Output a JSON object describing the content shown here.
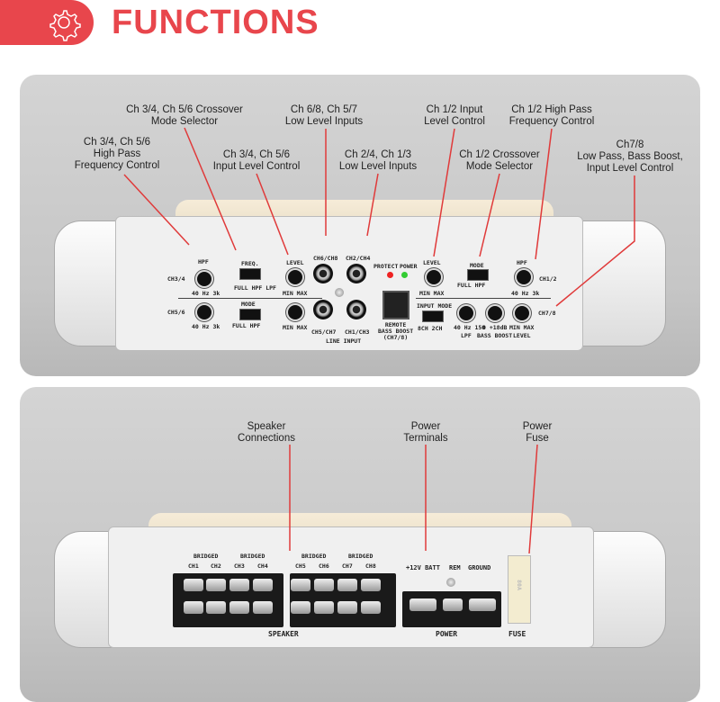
{
  "header": {
    "title": "FUNCTIONS",
    "icon": "gear-icon",
    "accent": "#e8464c"
  },
  "top_callouts": [
    {
      "text": "Ch 3/4, Ch 5/6 Crossover\nMode Selector"
    },
    {
      "text": "Ch 3/4, Ch 5/6\nHigh Pass\nFrequency Control"
    },
    {
      "text": "Ch 3/4, Ch 5/6\nInput Level Control"
    },
    {
      "text": "Ch 6/8, Ch 5/7\nLow Level Inputs"
    },
    {
      "text": "Ch 2/4, Ch 1/3\nLow Level Inputs"
    },
    {
      "text": "Ch 1/2 Input\nLevel Control"
    },
    {
      "text": "Ch 1/2 Crossover\nMode Selector"
    },
    {
      "text": "Ch 1/2 High Pass\nFrequency Control"
    },
    {
      "text": "Ch7/8\nLow Pass, Bass Boost,\nInput Level Control"
    }
  ],
  "bottom_callouts": [
    {
      "text": "Speaker\nConnections"
    },
    {
      "text": "Power\nTerminals"
    },
    {
      "text": "Power\nFuse"
    }
  ],
  "front_panel": {
    "hpf": "HPF",
    "ch34": "CH3/4",
    "ch56": "CH5/6",
    "hz_range": "40 Hz 3k",
    "freq": "FREQ.",
    "freq_opts": "FULL HPF LPF",
    "mode": "MODE",
    "mode_opts": "FULL   HPF",
    "level": "LEVEL",
    "minmax": "MIN  MAX",
    "ch68": "CH6/CH8",
    "ch24": "CH2/CH4",
    "ch57": "CH5/CH7",
    "ch13": "CH1/CH3",
    "line_input": "LINE INPUT",
    "protect": "PROTECT",
    "power": "POWER",
    "remote": "REMOTE\nBASS BOOST\n(CH7/8)",
    "input_mode": "INPUT MODE",
    "input_opts": "8CH   2CH",
    "ch12": "CH1/2",
    "ch78": "CH7/8",
    "lpf": "LPF",
    "lpf_range": "40 Hz 150",
    "bass_boost": "BASS BOOST",
    "bb_range": "0  +18dB"
  },
  "rear_panel": {
    "bridged": "BRIDGED",
    "channels": [
      "CH1",
      "CH2",
      "CH3",
      "CH4",
      "CH5",
      "CH6",
      "CH7",
      "CH8"
    ],
    "speaker": "SPEAKER",
    "batt": "+12V BATT",
    "rem": "REM",
    "ground": "GROUND",
    "power": "POWER",
    "fuse": "FUSE",
    "fuse_rating": "80A"
  }
}
